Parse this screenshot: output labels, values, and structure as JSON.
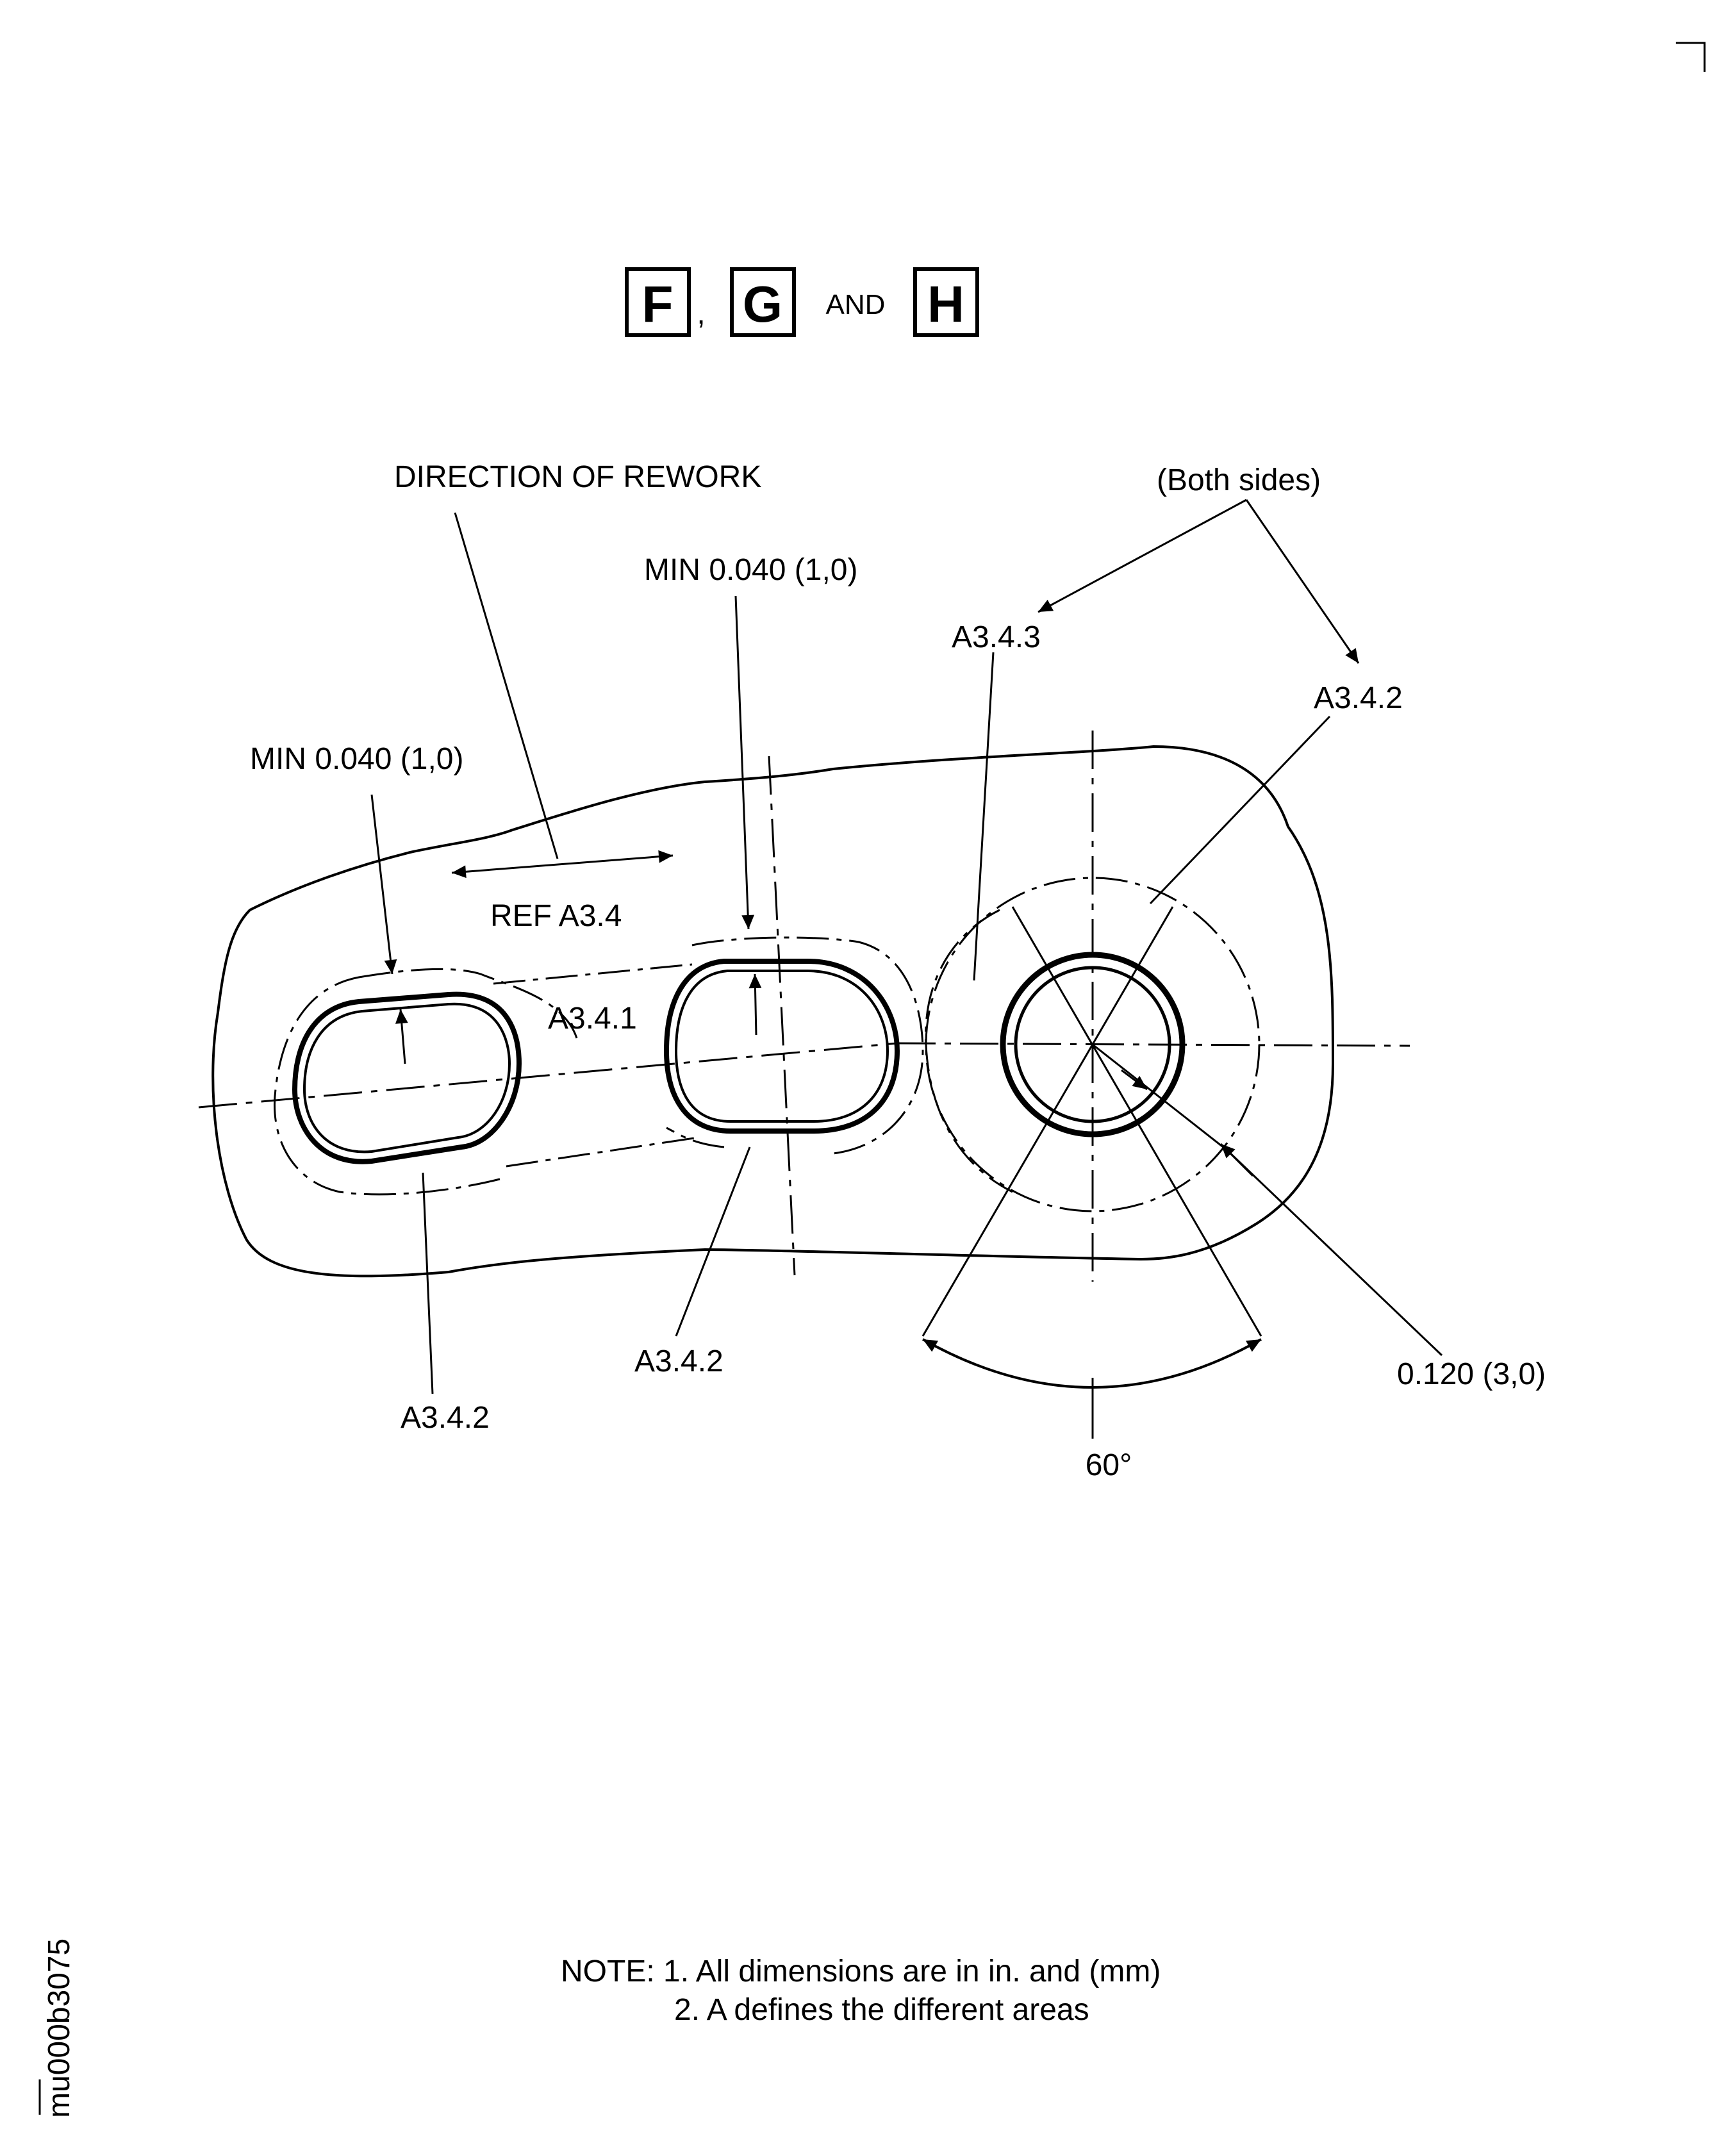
{
  "header": {
    "box_1": "F",
    "sep_1": ",",
    "box_2": "G",
    "sep_2": "AND",
    "box_3": "H"
  },
  "labels": {
    "direction_of_rework": "DIRECTION OF REWORK",
    "both_sides": "(Both sides)",
    "min_left": "MIN 0.040 (1,0)",
    "min_center": "MIN 0.040 (1,0)",
    "a343": "A3.4.3",
    "a342_top_right": "A3.4.2",
    "ref_a34": "REF A3.4",
    "a341": "A3.4.1",
    "a342_center": "A3.4.2",
    "a342_left": "A3.4.2",
    "dim_0120": "0.120 (3,0)",
    "angle_60": "60°"
  },
  "notes": {
    "line_1": "NOTE: 1. All dimensions are in in. and (mm)",
    "line_2": "2. A defines the different areas"
  },
  "figure_id": "mu000b3075"
}
